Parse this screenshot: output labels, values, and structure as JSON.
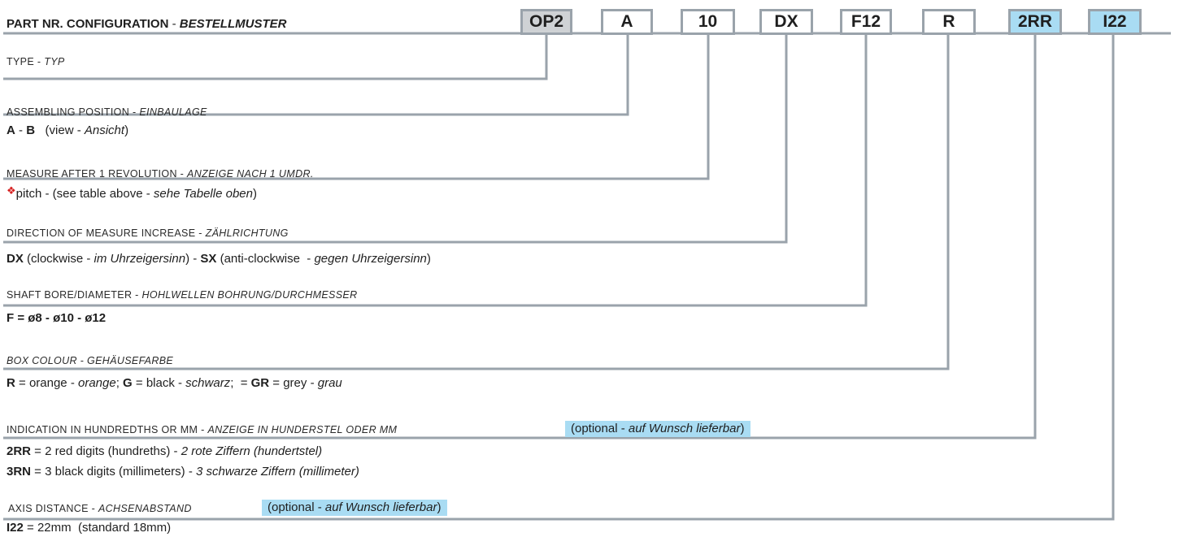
{
  "header": {
    "title": "PART NR. CONFIGURATION",
    "sep": " - ",
    "subtitle": "BESTELLMUSTER"
  },
  "codes": [
    {
      "label": "OP2",
      "fill": "#cfd2d5"
    },
    {
      "label": "A",
      "fill": "#ffffff"
    },
    {
      "label": "10",
      "fill": "#ffffff"
    },
    {
      "label": "DX",
      "fill": "#ffffff"
    },
    {
      "label": "F12",
      "fill": "#ffffff"
    },
    {
      "label": "R",
      "fill": "#ffffff"
    },
    {
      "label": "2RR",
      "fill": "#a9dcf3"
    },
    {
      "label": "I22",
      "fill": "#a9dcf3"
    }
  ],
  "sections": {
    "type": {
      "en": "TYPE",
      "sep": " - ",
      "de": "TYP"
    },
    "assembling": {
      "en": "ASSEMBLING POSITION",
      "sep": " - ",
      "de": "EINBAULAGE",
      "line": {
        "a": "A",
        "dash": " - ",
        "b": "B",
        "rest1": "   (view - ",
        "de": "Ansicht",
        "rest2": ")"
      }
    },
    "measure": {
      "en": "MEASURE AFTER 1 REVOLUTION",
      "sep": " - ",
      "de": "ANZEIGE NACH 1 UMDR.",
      "line": {
        "star": "❖",
        "p1": "pitch - (see table above - ",
        "de": "sehe Tabelle oben",
        "p2": ")"
      }
    },
    "direction": {
      "en": "DIRECTION OF MEASURE INCREASE",
      "sep": " - ",
      "de": "ZÄHLRICHTUNG",
      "line": {
        "dx": "DX",
        "p1": " (clockwise - ",
        "de1": "im Uhrzeigersinn",
        "p2": ") - ",
        "sx": "SX",
        "p3": " (anti-clockwise  - ",
        "de2": "gegen Uhrzeigersinn",
        "p4": ")"
      }
    },
    "shaft": {
      "en": "SHAFT BORE/DIAMETER",
      "sep": " - ",
      "de": "HOHLWELLEN BOHRUNG/DURCHMESSER",
      "line": "F = ø8 - ø10 - ø12"
    },
    "colour": {
      "en": "BOX COLOUR",
      "sep": " - ",
      "de": "GEHÄUSEFARBE",
      "line": {
        "r": "R",
        "p1": " = orange - ",
        "de1": "orange",
        "p2": "; ",
        "g": "G",
        "p3": " = black - ",
        "de2": "schwarz",
        "p4": ";  = ",
        "gr": "GR",
        "p5": " = grey - ",
        "de3": "grau"
      }
    },
    "indication": {
      "en": "INDICATION IN HUNDREDTHS OR MM",
      "sep": " - ",
      "de": "ANZEIGE IN HUNDERSTEL ODER MM",
      "opt": {
        "p1": "(optional - ",
        "de": "auf Wunsch lieferbar",
        "p2": ")"
      },
      "line1": {
        "code": "2RR",
        "p1": " = 2 red digits (hundreths) - ",
        "de": "2 rote Ziffern (hundertstel)"
      },
      "line2": {
        "code": "3RN",
        "p1": " = 3 black digits (millimeters) - ",
        "de": "3 schwarze Ziffern (millimeter)"
      }
    },
    "axis": {
      "en": "AXIS DISTANCE",
      "sep": " - ",
      "de": "ACHSENABSTAND",
      "opt": {
        "p1": "(optional - ",
        "de": "auf Wunsch lieferbar",
        "p2": ")"
      },
      "line": {
        "code": "I22",
        "p1": " = 22mm  (standard 18mm)"
      }
    }
  },
  "colors": {
    "line": "#9aa3ab",
    "grey_fill": "#cfd2d5",
    "blue_fill": "#a9dcf3",
    "star": "#d62020"
  }
}
